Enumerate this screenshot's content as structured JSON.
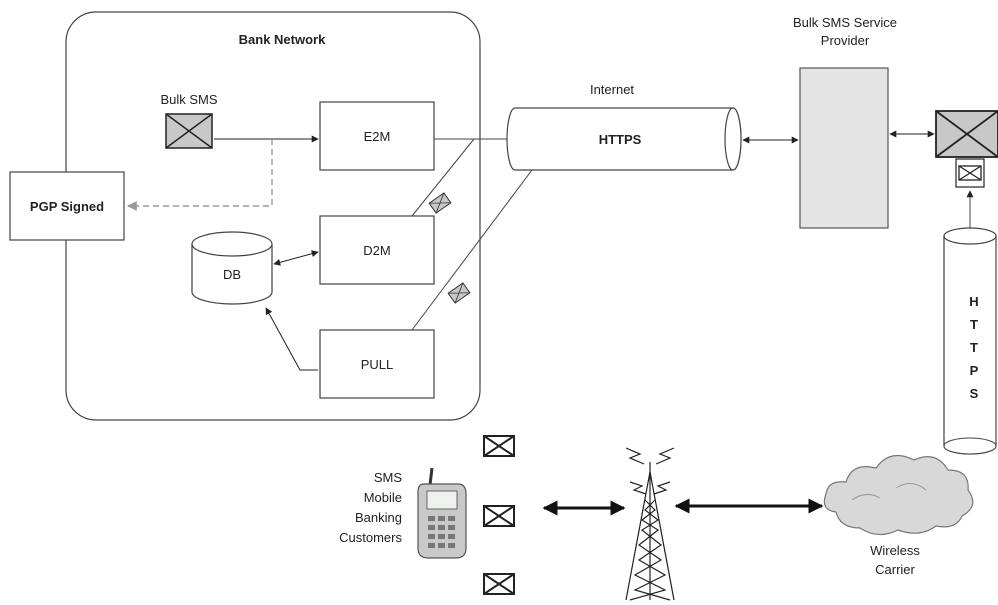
{
  "bank_network": {
    "title": "Bank Network"
  },
  "bulk_sms": {
    "label": "Bulk SMS"
  },
  "pgp": {
    "label": "PGP Signed"
  },
  "e2m": {
    "label": "E2M"
  },
  "d2m": {
    "label": "D2M"
  },
  "pull": {
    "label": "PULL"
  },
  "db": {
    "label": "DB"
  },
  "internet": {
    "title": "Internet",
    "protocol": "HTTPS"
  },
  "provider": {
    "line1": "Bulk SMS Service",
    "line2": "Provider"
  },
  "https_vertical": {
    "letters": [
      "H",
      "T",
      "T",
      "P",
      "S"
    ]
  },
  "customers": {
    "lines": [
      "SMS",
      "Mobile",
      "Banking",
      "Customers"
    ]
  },
  "carrier": {
    "line1": "Wireless",
    "line2": "Carrier"
  },
  "colors": {
    "envelope_fill": "#c8c8c8",
    "box_fill": "#e4e4e4",
    "cloud_fill": "#d8d8d8",
    "dashed": "#999999"
  }
}
